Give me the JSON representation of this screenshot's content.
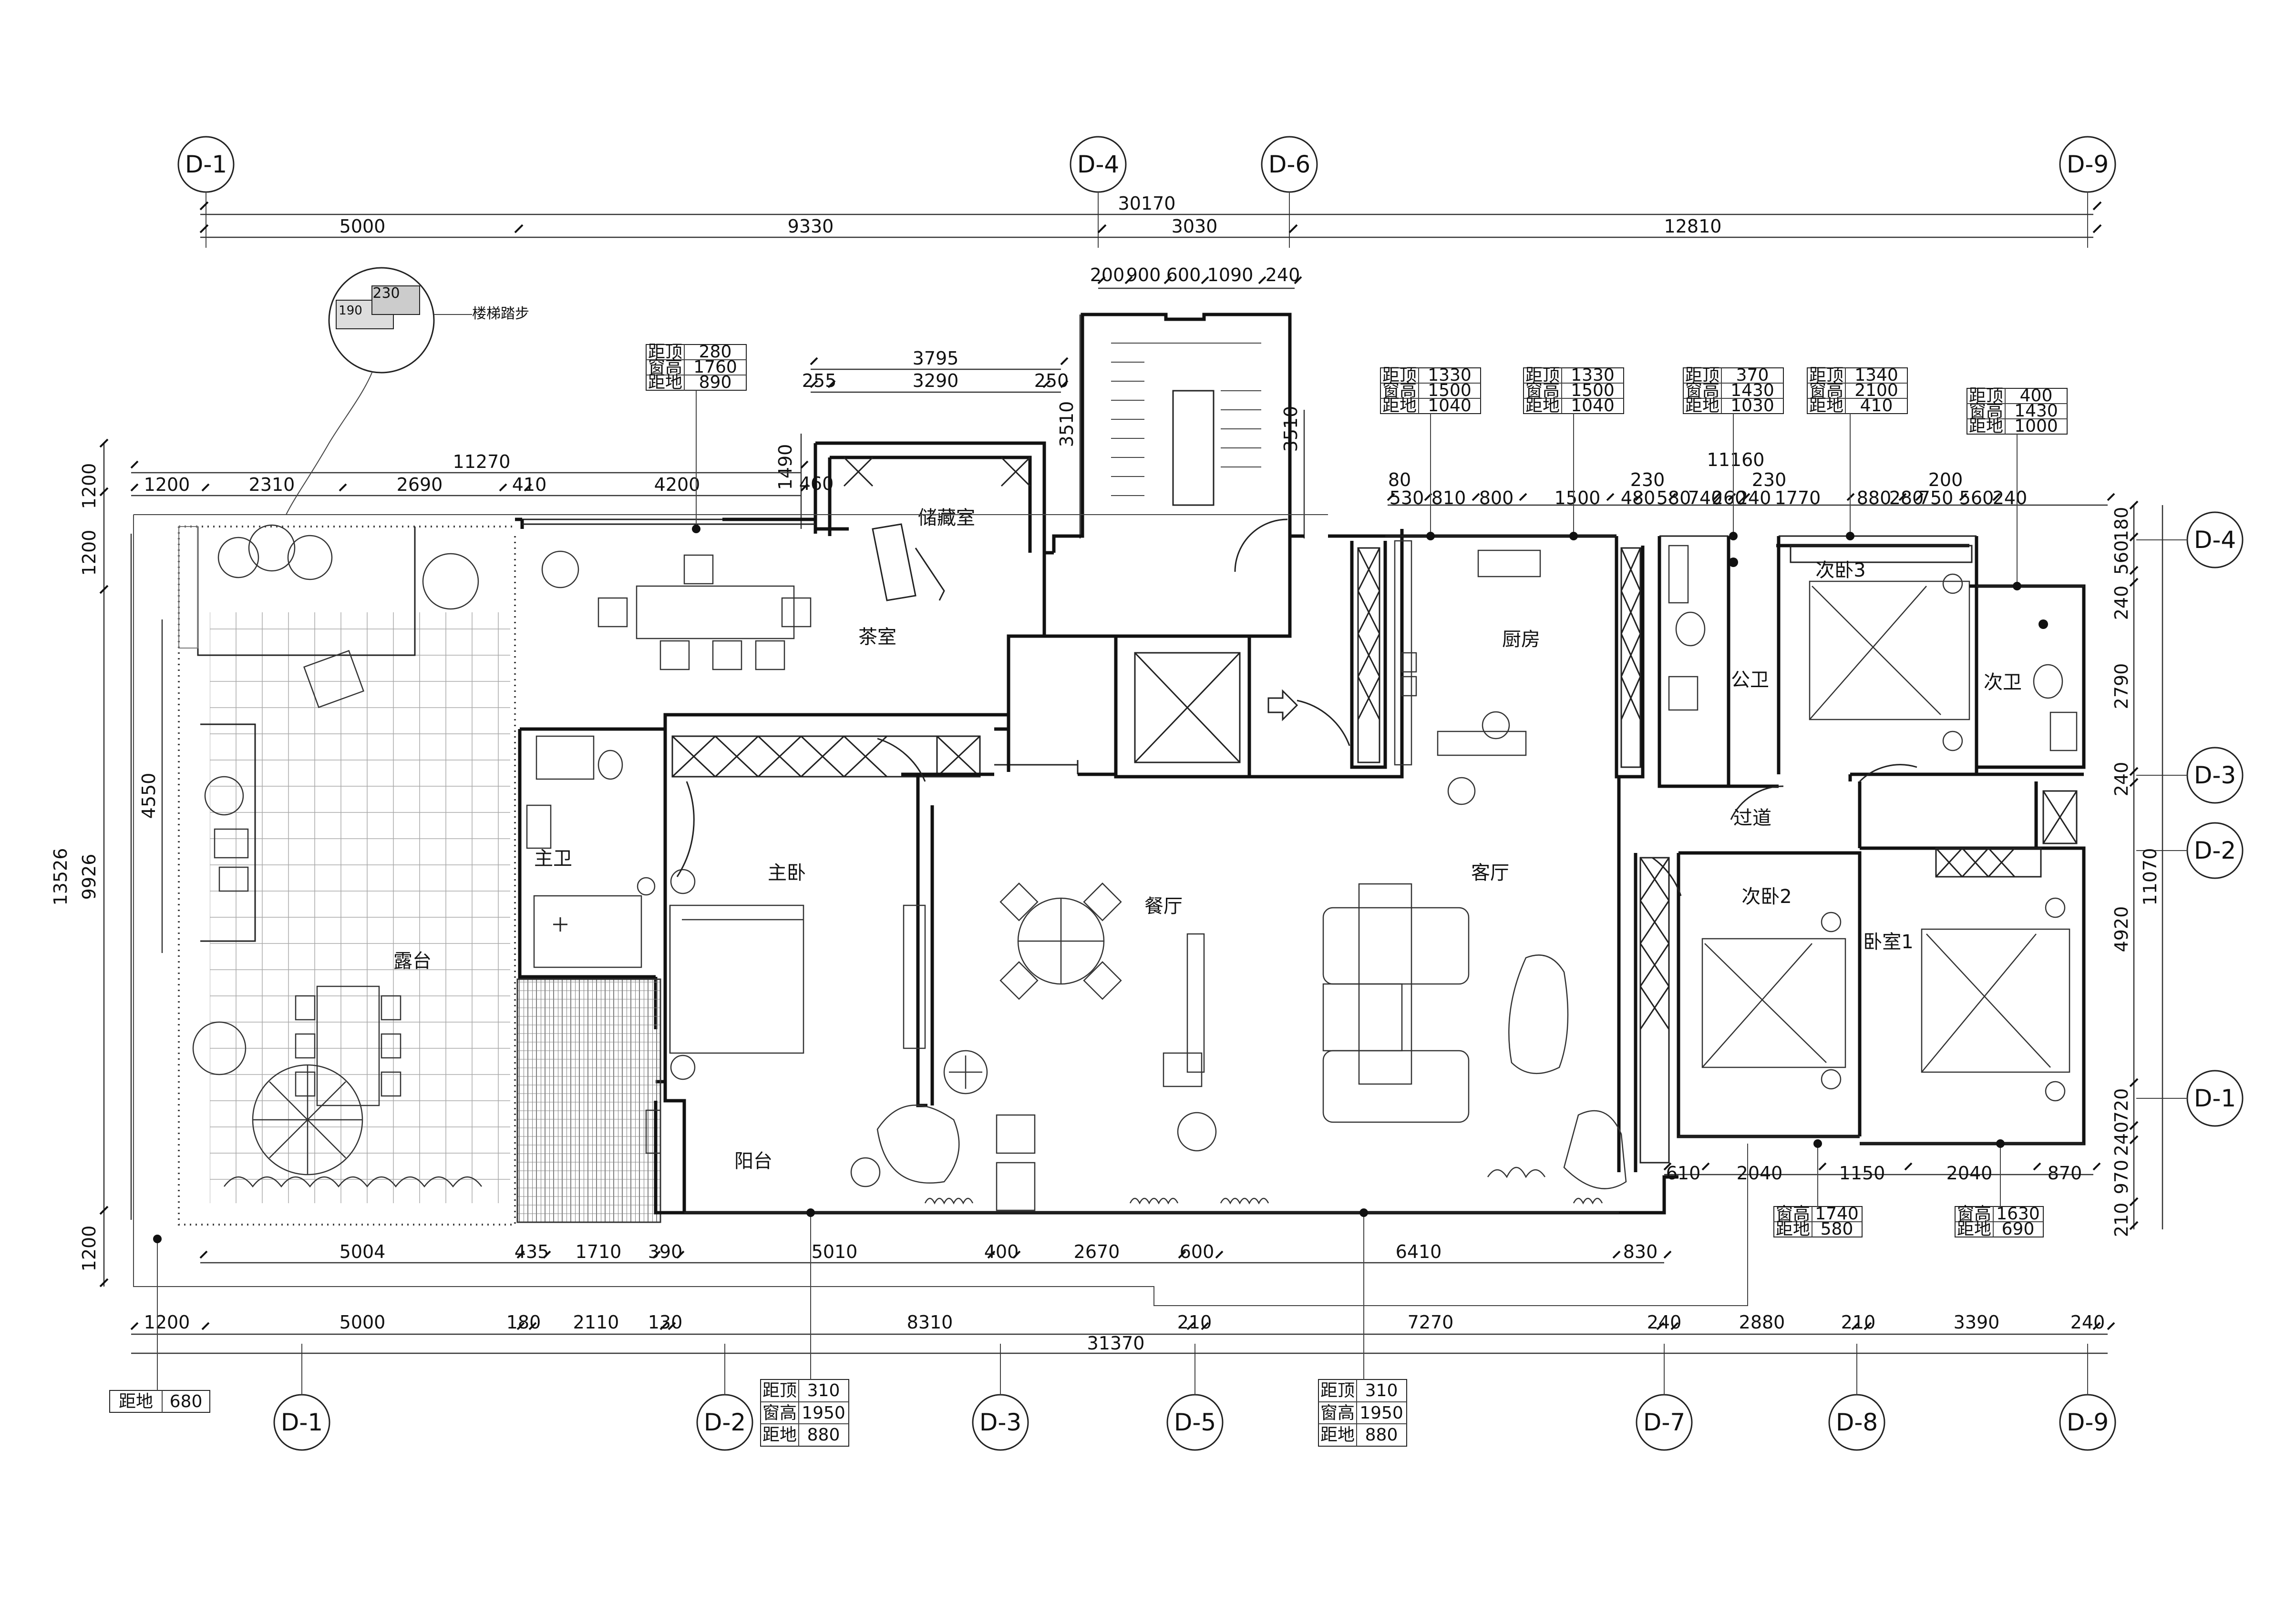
{
  "axes": {
    "top": [
      "D-1",
      "D-4",
      "D-6",
      "D-9"
    ],
    "bottom": [
      "D-1",
      "D-2",
      "D-3",
      "D-5",
      "D-7",
      "D-8",
      "D-9"
    ],
    "right": [
      "D-4",
      "D-3",
      "D-2",
      "D-1"
    ]
  },
  "rooms": {
    "storage": "储藏室",
    "tea_room": "茶室",
    "kitchen": "厨房",
    "public_bath": "公卫",
    "bedroom3": "次卧3",
    "second_bath": "次卫",
    "corridor": "过道",
    "master_bath": "主卫",
    "master_bedroom": "主卧",
    "dining": "餐厅",
    "living": "客厅",
    "bedroom2": "次卧2",
    "bedroom1": "卧室1",
    "terrace": "露台",
    "balcony": "阳台"
  },
  "detail_label": "楼梯踏步",
  "detail_dims": [
    "230",
    "190"
  ],
  "dims": {
    "top_total": "30170",
    "top_row": [
      "5000",
      "9330",
      "3030",
      "12810"
    ],
    "stair_row": [
      "200",
      "900",
      "600",
      "1090",
      "240"
    ],
    "stair_height": [
      "3510",
      "3510"
    ],
    "storage_width": "3795",
    "storage_row": [
      "255",
      "3290",
      "250"
    ],
    "storage_depth": [
      "1490",
      "460"
    ],
    "left_upper_total": "11270",
    "left_upper_row": [
      "1200",
      "2310",
      "2690",
      "410",
      "4200"
    ],
    "right_upper_total": "11160",
    "right_upper_small": [
      "80",
      "230",
      "230",
      "200"
    ],
    "right_upper_row": [
      "530",
      "810",
      "800",
      "1500",
      "480",
      "580",
      "740",
      "260",
      "240",
      "1770",
      "880",
      "280",
      "750",
      "560",
      "240"
    ],
    "left_vertical": [
      "1200",
      "1200",
      "13526",
      "9926",
      "4550",
      "1200"
    ],
    "right_vertical": [
      "180",
      "560",
      "240",
      "2790",
      "240",
      "11070",
      "4920",
      "720",
      "240",
      "970",
      "210"
    ],
    "bottom_inner_row": [
      "5004",
      "435",
      "1710",
      "390",
      "5010",
      "400",
      "2670",
      "600",
      "6410",
      "830"
    ],
    "bedroom_bottom_row": [
      "610",
      "2040",
      "1150",
      "2040",
      "870"
    ],
    "bottom_row": [
      "1200",
      "5000",
      "180",
      "2110",
      "130",
      "8310",
      "210",
      "7270",
      "240",
      "2880",
      "210",
      "3390",
      "240"
    ],
    "bottom_total": "31370"
  },
  "window_tables": {
    "labels": {
      "top": "距顶",
      "height": "窗高",
      "floor": "距地"
    },
    "t1": [
      "280",
      "1760",
      "890"
    ],
    "t2": [
      "1330",
      "1500",
      "1040"
    ],
    "t3": [
      "1330",
      "1500",
      "1040"
    ],
    "t4": [
      "370",
      "1430",
      "1030"
    ],
    "t5": [
      "1340",
      "2100",
      "410"
    ],
    "t6": [
      "400",
      "1430",
      "1000"
    ],
    "b1": [
      "1740",
      "580"
    ],
    "b2": [
      "1630",
      "690"
    ],
    "b3": [
      "310",
      "1950",
      "880"
    ],
    "b4": [
      "310",
      "1950",
      "880"
    ],
    "b5": [
      "680"
    ]
  }
}
